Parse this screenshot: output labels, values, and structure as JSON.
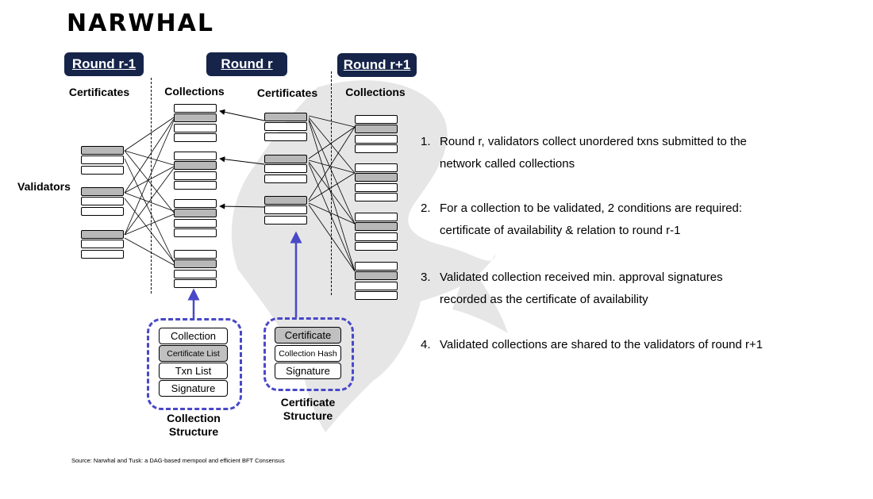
{
  "title": "NARWHAL",
  "rounds": {
    "prev": "Round r-1",
    "current": "Round r",
    "next": "Round r+1"
  },
  "columns": {
    "certificates_prev": "Certificates",
    "collections_current": "Collections",
    "certificates_current": "Certificates",
    "collections_next": "Collections"
  },
  "validators_label": "Validators",
  "collection_structure": {
    "fields": [
      "Collection",
      "Certificate List",
      "Txn List",
      "Signature"
    ],
    "label_line1": "Collection",
    "label_line2": "Structure"
  },
  "certificate_structure": {
    "fields": [
      "Certificate",
      "Collection Hash",
      "Signature"
    ],
    "label_line1": "Certificate",
    "label_line2": "Structure"
  },
  "notes": [
    {
      "num": "1.",
      "line1": "Round r, validators collect unordered txns submitted to the",
      "line2": "network called collections"
    },
    {
      "num": "2.",
      "line1": "For a collection to be validated, 2 conditions are required:",
      "line2": "certificate of availability & relation to round r-1"
    },
    {
      "num": "3.",
      "line1": "Validated collection received min. approval signatures",
      "line2": "recorded as the certificate of availability"
    },
    {
      "num": "4.",
      "line1": "Validated collections are shared to the validators of round r+1",
      "line2": ""
    }
  ],
  "source": "Source: Narwhal and Tusk: a DAG-based mempool and efficient BFT Consensus",
  "colors": {
    "navy": "#16244a",
    "accent_blue": "#4848c8",
    "grey_row": "#b8b8b8",
    "watermark": "#e6e6e6"
  }
}
